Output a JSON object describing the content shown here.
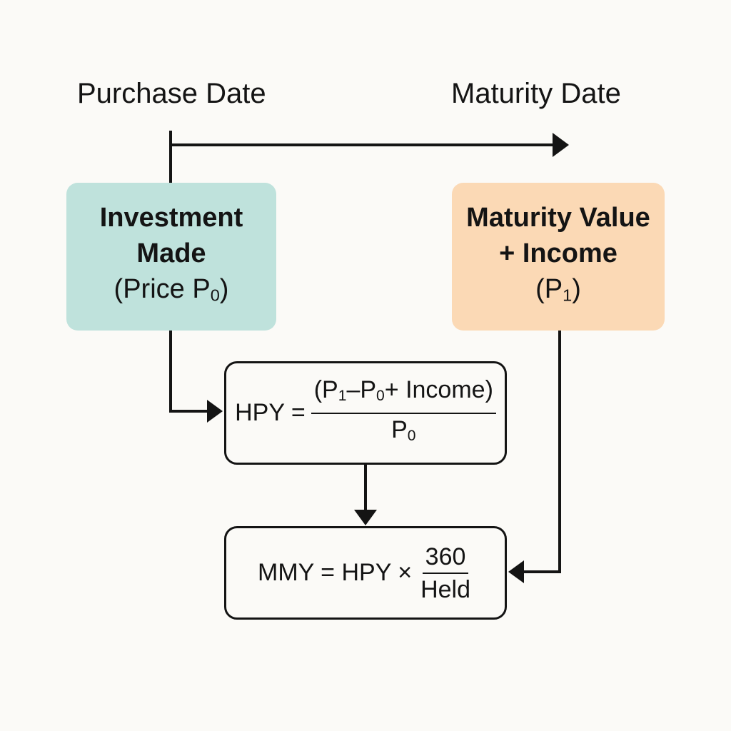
{
  "labels": {
    "purchase_date": "Purchase Date",
    "maturity_date": "Maturity Date"
  },
  "investment_box": {
    "line1": "Investment",
    "line2": "Made",
    "line3_prefix": "(Price P",
    "line3_sub": "0",
    "line3_suffix": ")"
  },
  "maturity_box": {
    "line1": "Maturity Value",
    "line2": "+ Income",
    "line3_prefix": "(P",
    "line3_sub": "1",
    "line3_suffix": ")"
  },
  "hpy_formula": {
    "lhs": "HPY =",
    "num_open": "(P",
    "num_sub1": "1",
    "num_minus": "–P",
    "num_sub0": "0",
    "num_rest": "+ Income)",
    "den_prefix": "P",
    "den_sub": "0"
  },
  "mmy_formula": {
    "lhs": "MMY = HPY ×",
    "numerator": "360",
    "denominator": "Held"
  },
  "colors": {
    "investment_fill": "#bfe2dc",
    "maturity_fill": "#fbd9b5",
    "stroke": "#141414",
    "background": "#fbfaf7"
  }
}
